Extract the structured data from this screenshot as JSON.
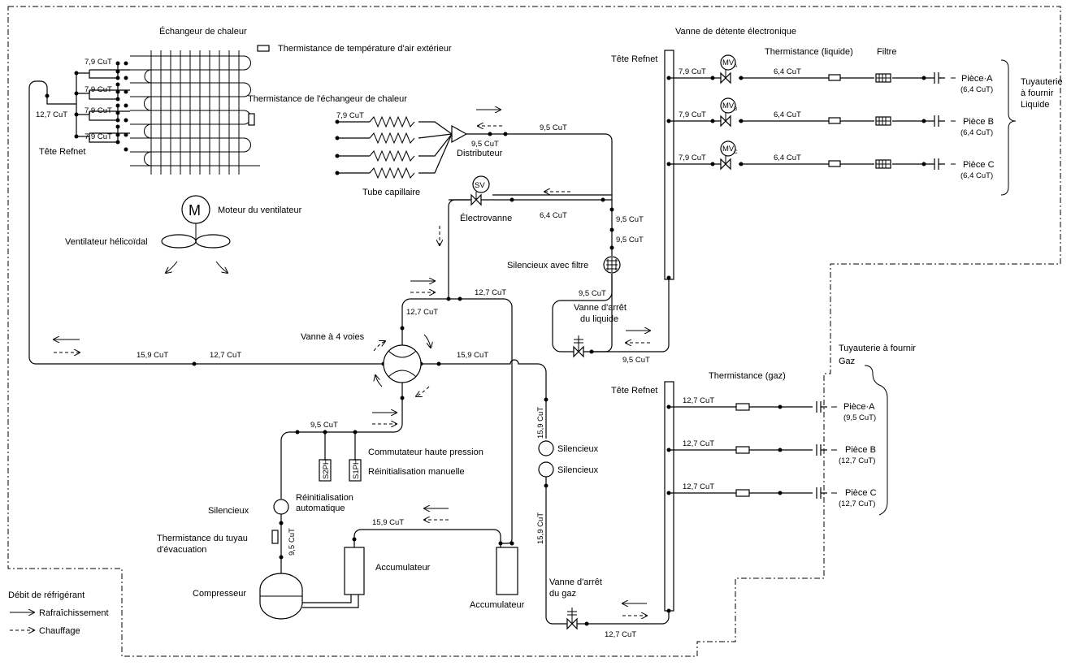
{
  "labels": {
    "heat_exchanger": "Échangeur de chaleur",
    "outdoor_air_thermistor": "Thermistance de température d'air extérieur",
    "hx_thermistor": "Thermistance de l'échangeur de chaleur",
    "refnet_head_left": "Tête Refnet",
    "refnet_head_liquid": "Tête Refnet",
    "refnet_head_gas": "Tête Refnet",
    "electronic_expansion_valve": "Vanne de détente électronique",
    "thermistor_liquid": "Thermistance (liquide)",
    "filter": "Filtre",
    "distributor": "Distributeur",
    "capillary_tube": "Tube capillaire",
    "solenoid_valve": "Électrovanne",
    "fan_motor": "Moteur du ventilateur",
    "propeller_fan": "Ventilateur hélicoïdal",
    "muffler_filter": "Silencieux avec filtre",
    "liquid_stop_valve_1": "Vanne d'arrêt",
    "liquid_stop_valve_2": "du liquide",
    "four_way_valve": "Vanne à 4 voies",
    "high_pressure_switch": "Commutateur haute pression",
    "manual_reset": "Réinitialisation manuelle",
    "auto_reset_1": "Réinitialisation",
    "auto_reset_2": "automatique",
    "muffler_left": "Silencieux",
    "muffler_right_1": "Silencieux",
    "muffler_right_2": "Silencieux",
    "discharge_thermistor_1": "Thermistance du tuyau",
    "discharge_thermistor_2": "d'évacuation",
    "accumulator_1": "Accumulateur",
    "accumulator_2": "Accumulateur",
    "compressor": "Compresseur",
    "thermistor_gas": "Thermistance (gaz)",
    "gas_stop_valve_1": "Vanne d'arrêt",
    "gas_stop_valve_2": "du gaz",
    "field_piping_liquid_1": "Tuyauterie",
    "field_piping_liquid_2": "à fournir",
    "field_piping_liquid_3": "Liquide",
    "field_piping_gas_1": "Tuyauterie à fournir",
    "field_piping_gas_2": "Gaz",
    "flow_title": "Débit de réfrigérant",
    "cooling": "Rafraîchissement",
    "heating": "Chauffage",
    "motor_symbol": "M",
    "sv_symbol": "SV",
    "s2ph": "S2PH",
    "s1ph": "S1PH"
  },
  "rooms_liquid": [
    {
      "name": "Pièce·A",
      "size": "(6,4 CuT)",
      "valve": "MV",
      "sub": "A"
    },
    {
      "name": "Pièce B",
      "size": "(6,4 CuT)",
      "valve": "MV",
      "sub": "B"
    },
    {
      "name": "Pièce C",
      "size": "(6,4 CuT)",
      "valve": "MV",
      "sub": "C"
    }
  ],
  "rooms_gas": [
    {
      "name": "Pièce·A",
      "size": "(9,5 CuT)"
    },
    {
      "name": "Pièce B",
      "size": "(12,7 CuT)"
    },
    {
      "name": "Pièce C",
      "size": "(12,7 CuT)"
    }
  ],
  "pipe_sizes": {
    "hx_1": "7,9 CuT",
    "hx_2": "7,9 CuT",
    "hx_3": "7,9 CuT",
    "hx_4": "7,9 CuT",
    "hx_header": "12,7 CuT",
    "cap_in": "7,9 CuT",
    "dist_out": "9,5 CuT",
    "dist_out_2": "9,5 CuT",
    "sv_line": "6,4 CuT",
    "vert_1": "9,5 CuT",
    "vert_2": "9,5 CuT",
    "vert_3": "9,5 CuT",
    "liq_valve_out": "9,5 CuT",
    "liq_branch_1": "7,9 CuT",
    "liq_branch_2": "7,9 CuT",
    "liq_branch_3": "7,9 CuT",
    "liq_room_1": "6,4 CuT",
    "liq_room_2": "6,4 CuT",
    "liq_room_3": "6,4 CuT",
    "top_4way": "12,7 CuT",
    "top_4way_2": "12,7 CuT",
    "main_left_1": "15,9 CuT",
    "main_left_2": "12,7 CuT",
    "main_right": "15,9 CuT",
    "vert_right_1": "15,9 CuT",
    "vert_right_2": "15,9 CuT",
    "discharge": "9,5 CuT",
    "comp_vert": "9,5 CuT",
    "suction": "15,9 CuT",
    "gas_branch_1": "12,7 CuT",
    "gas_branch_2": "12,7 CuT",
    "gas_branch_3": "12,7 CuT",
    "gas_valve_out": "12,7 CuT"
  }
}
